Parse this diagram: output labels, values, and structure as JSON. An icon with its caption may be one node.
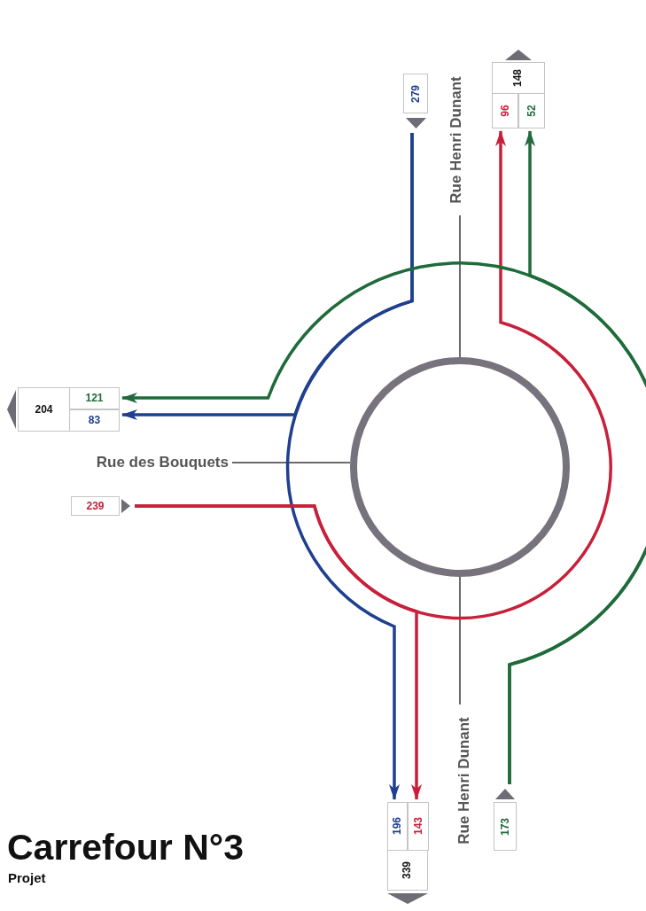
{
  "diagram": {
    "title": "Carrefour N°3",
    "nodes": [
      {
        "text": [],
        "shape": "circle"
      },
      {
        "text": [
          "Rue Henri Dunant"
        ]
      },
      {
        "text": [
          "Rue des Bouquets"
        ]
      },
      {
        "text": [
          "Rue Henri Dunant"
        ]
      },
      {
        "text": [
          "204"
        ]
      },
      {
        "text": [
          "121"
        ],
        "in": 4
      },
      {
        "text": [
          "83"
        ],
        "in": 4
      },
      {
        "text": [
          "239"
        ]
      },
      {
        "text": [
          "279"
        ]
      },
      {
        "text": [
          "148"
        ]
      },
      {
        "text": [
          "96"
        ],
        "in": 9
      },
      {
        "text": [
          "52"
        ],
        "in": 9
      },
      {
        "text": [
          "339"
        ]
      },
      {
        "text": [
          "196"
        ],
        "in": 12
      },
      {
        "text": [
          "143"
        ],
        "in": 12
      },
      {
        "text": [
          "173"
        ]
      }
    ],
    "edges": [
      {
        "from": 1,
        "to": 0,
        "arrow": "none"
      },
      {
        "from": 2,
        "to": 0,
        "arrow": "none"
      },
      {
        "from": 3,
        "to": 0,
        "arrow": "none"
      },
      {
        "from": 8,
        "to": 6,
        "arrow": "to",
        "color": "#1f3f8f"
      },
      {
        "from": 8,
        "to": 13,
        "arrow": "to",
        "color": "#1f3f8f"
      },
      {
        "from": 7,
        "to": 14,
        "arrow": "to",
        "color": "#c8203a"
      },
      {
        "from": 7,
        "to": 10,
        "arrow": "to",
        "color": "#c8203a"
      },
      {
        "from": 15,
        "to": 11,
        "arrow": "to",
        "color": "#1f6b3a"
      },
      {
        "from": 15,
        "to": 5,
        "arrow": "to",
        "color": "#1f6b3a"
      }
    ],
    "labels": [
      "Projet"
    ]
  }
}
